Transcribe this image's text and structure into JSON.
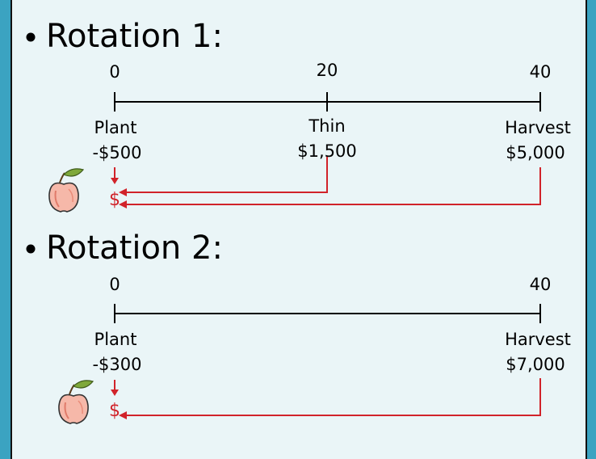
{
  "rotations": [
    {
      "title": "Rotation 1:",
      "years": [
        "0",
        "20",
        "40"
      ],
      "events": [
        {
          "label": "Plant",
          "amount": "-$500"
        },
        {
          "label": "Thin",
          "amount": "$1,500"
        },
        {
          "label": "Harvest",
          "amount": "$5,000"
        }
      ],
      "present_value_symbol": "$"
    },
    {
      "title": "Rotation 2:",
      "years": [
        "0",
        "40"
      ],
      "events": [
        {
          "label": "Plant",
          "amount": "-$300"
        },
        {
          "label": "Harvest",
          "amount": "$7,000"
        }
      ],
      "present_value_symbol": "$"
    }
  ],
  "icons": [
    "apple-icon",
    "apple-icon"
  ],
  "colors": {
    "background": "#3ba3c1",
    "panel": "#eaf5f7",
    "accent": "#d1232a"
  }
}
